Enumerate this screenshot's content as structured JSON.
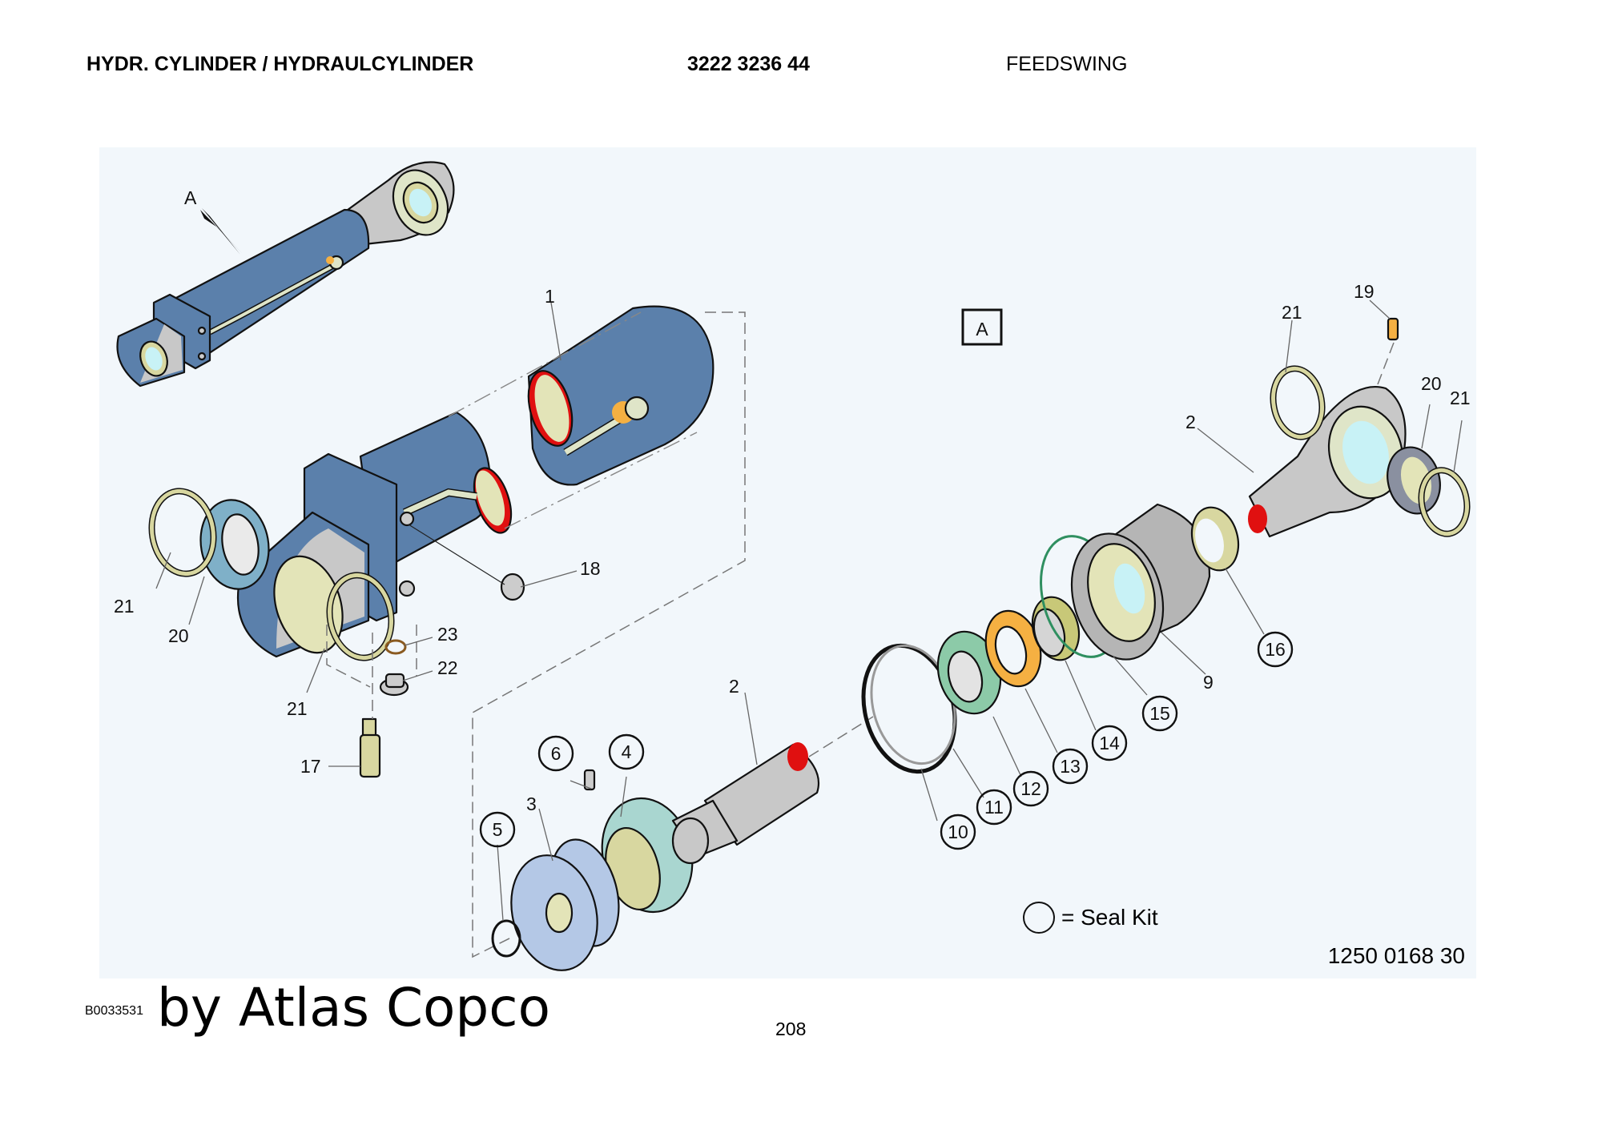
{
  "header": {
    "title": "HYDR. CYLINDER / HYDRAULCYLINDER",
    "part_number": "3222 3236 44",
    "group": "FEEDSWING"
  },
  "diagram": {
    "view_marker": "A",
    "view_box_label": "A",
    "drawing_number": "1250 0168 30",
    "legend": {
      "symbol": "circle",
      "text": "= Seal Kit"
    },
    "callouts": [
      {
        "id": "1",
        "seal_kit": false
      },
      {
        "id": "2",
        "seal_kit": false
      },
      {
        "id": "2",
        "seal_kit": false
      },
      {
        "id": "3",
        "seal_kit": false
      },
      {
        "id": "4",
        "seal_kit": true
      },
      {
        "id": "5",
        "seal_kit": true
      },
      {
        "id": "6",
        "seal_kit": true
      },
      {
        "id": "9",
        "seal_kit": false
      },
      {
        "id": "10",
        "seal_kit": true
      },
      {
        "id": "11",
        "seal_kit": true
      },
      {
        "id": "12",
        "seal_kit": true
      },
      {
        "id": "13",
        "seal_kit": true
      },
      {
        "id": "14",
        "seal_kit": true
      },
      {
        "id": "15",
        "seal_kit": true
      },
      {
        "id": "16",
        "seal_kit": true
      },
      {
        "id": "17",
        "seal_kit": false
      },
      {
        "id": "18",
        "seal_kit": false
      },
      {
        "id": "19",
        "seal_kit": false
      },
      {
        "id": "20",
        "seal_kit": false
      },
      {
        "id": "20",
        "seal_kit": false
      },
      {
        "id": "21",
        "seal_kit": false
      },
      {
        "id": "21",
        "seal_kit": false
      },
      {
        "id": "21",
        "seal_kit": false
      },
      {
        "id": "21",
        "seal_kit": false
      },
      {
        "id": "22",
        "seal_kit": false
      },
      {
        "id": "23",
        "seal_kit": false
      }
    ],
    "colors": {
      "cylinder_blue": "#5b80ab",
      "steel_grey": "#c8c8c8",
      "brass": "#d8d7a0",
      "seal_green": "#8ccaa8",
      "seal_orange": "#f5b042",
      "red_marker": "#e01010",
      "bearing_blue": "#7fb0c8",
      "piston_blue": "#b4c8e6",
      "guide_teal": "#a9d6d0",
      "glass_cyan": "#c8f2f6"
    }
  },
  "footer": {
    "ref_code": "B0033531",
    "brand": "by Atlas Copco",
    "page": "208"
  }
}
